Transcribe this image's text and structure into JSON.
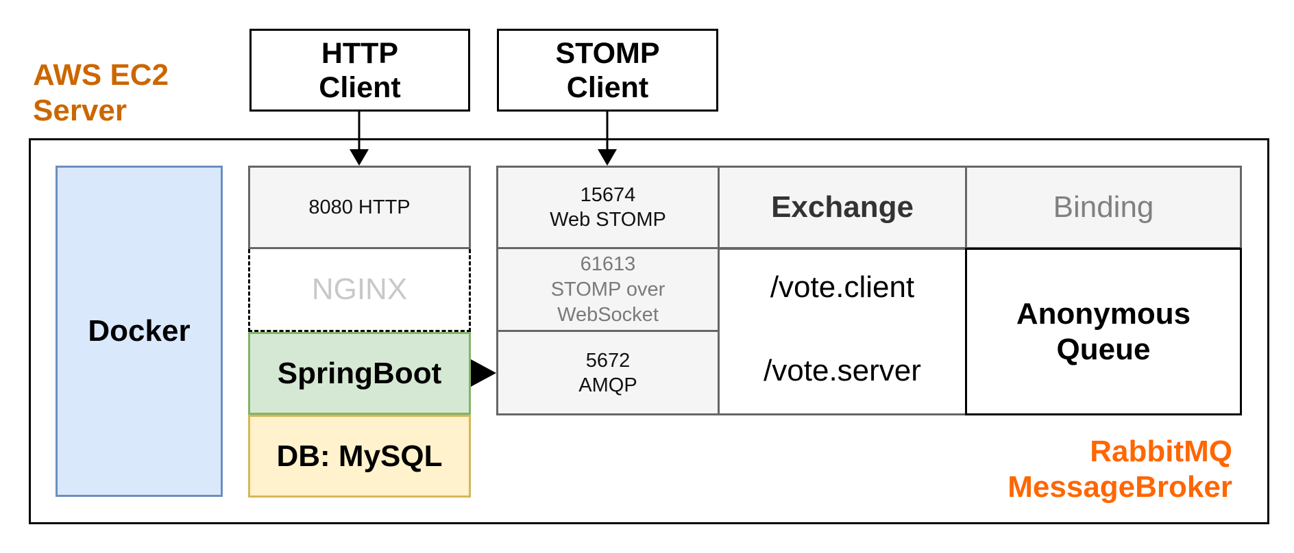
{
  "server_label": "AWS EC2\nServer",
  "broker_label": "RabbitMQ\nMessageBroker",
  "clients": {
    "http": "HTTP\nClient",
    "stomp": "STOMP\nClient"
  },
  "docker": "Docker",
  "app_stack": {
    "http_port": "8080 HTTP",
    "nginx": "NGINX",
    "springboot": "SpringBoot",
    "db": "DB: MySQL"
  },
  "ports": {
    "web_stomp": "15674\nWeb STOMP",
    "stomp_ws": "61613\nSTOMP over\nWebSocket",
    "amqp": "5672\nAMQP"
  },
  "exchange": {
    "header": "Exchange",
    "client": "/vote.client",
    "server": "/vote.server"
  },
  "binding": {
    "header": "Binding",
    "queue": "Anonymous\nQueue"
  },
  "colors": {
    "server_label": "#CC6600",
    "broker_label": "#FF6600",
    "docker_fill": "#DAE8FC",
    "docker_border": "#6C8EBF",
    "springboot_fill": "#D5E8D4",
    "springboot_border": "#82B366",
    "db_fill": "#FFF2CC",
    "db_border": "#D6B656",
    "gray_fill": "#F5F5F5",
    "gray_border": "#666666"
  }
}
